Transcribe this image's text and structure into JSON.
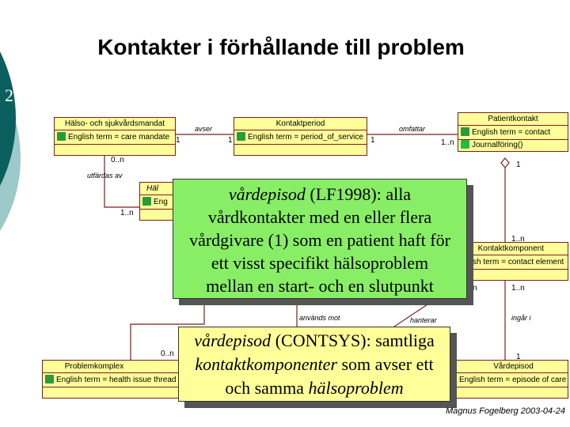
{
  "slide_number": "2",
  "title": "Kontakter i förhållande till problem",
  "colors": {
    "teal_dark": "#0b5f5f",
    "teal_light": "#9cc9c9",
    "class_fill": "#ffff99",
    "class_border": "#7a1f1f",
    "note_green": "#88ee66",
    "note_yellow": "#ffff99"
  },
  "classes": {
    "halso": {
      "name": "Hälso- och sjukvårdsmandat",
      "attr": "English term = care mandate"
    },
    "kontaktperiod": {
      "name": "Kontaktperiod",
      "attr": "English term = period_of_service"
    },
    "patientkontakt": {
      "name": "Patientkontakt",
      "attr": "English term = contact",
      "method": "Journalföring()"
    },
    "hidden": {
      "name": "Häl",
      "attr": "Eng"
    },
    "kontaktkomponent": {
      "name": "Kontaktkomponent",
      "attr": "sh term = contact element"
    },
    "problemkomplex": {
      "name": "Problemkomplex",
      "attr": "English term = health issue thread"
    },
    "vardepisod": {
      "name": "Vårdepisod",
      "attr": "English term = episode of care"
    }
  },
  "associations": {
    "avser": "avser",
    "omfattar": "omfattar",
    "utfardas": "utfärdas av",
    "anvands": "används mot",
    "hanterar": "hanterar",
    "ingar": "ingår i"
  },
  "multiplicities": {
    "avser_left": "1",
    "avser_right": "1",
    "omfattar_left": "1",
    "omfattar_right": "1..n",
    "halso_bottom": "0..n",
    "hidden_left": "1..n",
    "patient_bottom": "1",
    "komp_top": "1..n",
    "komp_bottom": "1..n",
    "komp_left": "n",
    "problem_top": "0..n",
    "vard_top": "1"
  },
  "note_green": {
    "term": "vårdepisod",
    "line1_rest": " (LF1998): alla",
    "line2": "vårdkontakter med en eller flera",
    "line3": "vårdgivare (1) som en patient haft för",
    "line4": "ett visst specifikt hälsoproblem",
    "line5": "mellan en start- och en slutpunkt"
  },
  "note_yellow": {
    "term": "vårdepisod",
    "line1_rest": " (CONTSYS): samtliga",
    "term2": "kontaktkomponenter",
    "line2_rest": " som avser ett",
    "line3_pre": "och samma ",
    "term3": "hälsoproblem"
  },
  "signature": "Magnus Fogelberg 2003-04-24"
}
